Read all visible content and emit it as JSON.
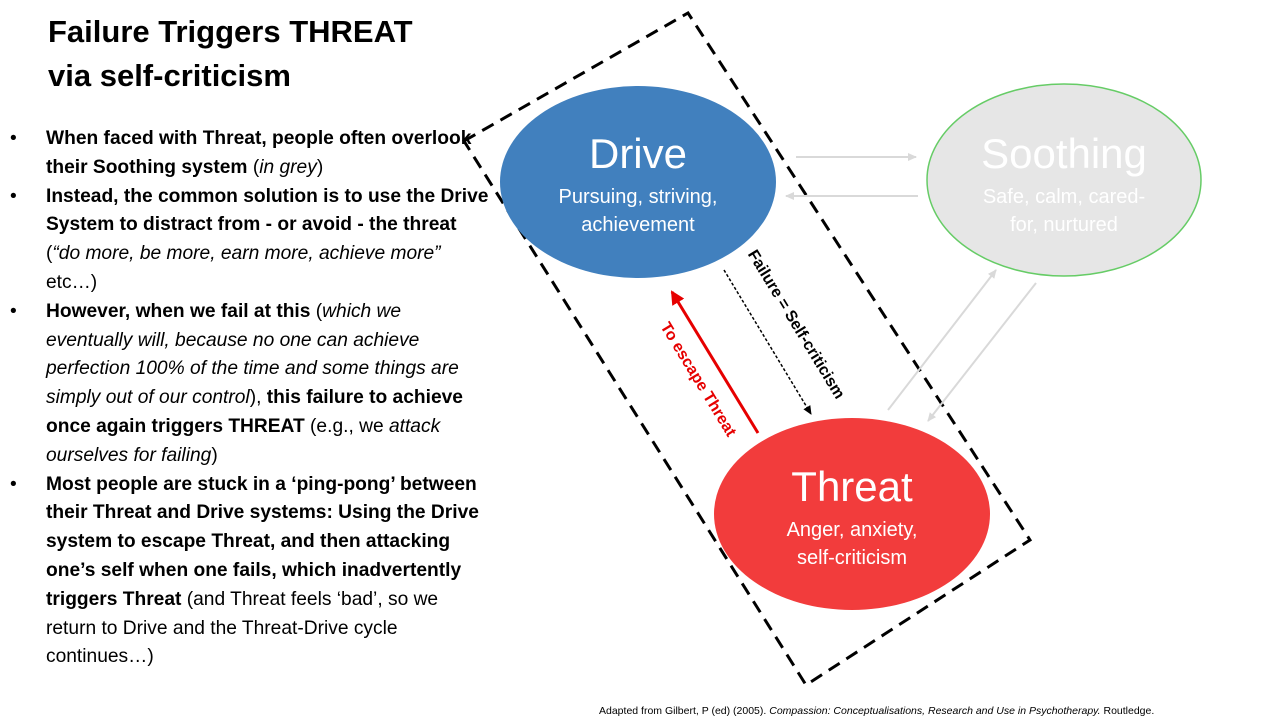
{
  "title": {
    "line1": "Failure Triggers THREAT",
    "line2": "via self-criticism"
  },
  "bullets": [
    {
      "parts": [
        {
          "text": "When faced with Threat, people often overlook their Soothing system ",
          "style": "b"
        },
        {
          "text": "(",
          "style": ""
        },
        {
          "text": "in grey",
          "style": "i"
        },
        {
          "text": ")",
          "style": ""
        }
      ]
    },
    {
      "parts": [
        {
          "text": "Instead, the common solution is to use the Drive System to distract from - or avoid - the threat ",
          "style": "b"
        },
        {
          "text": "(",
          "style": ""
        },
        {
          "text": "“do more, be more, earn more, achieve more”",
          "style": "i"
        },
        {
          "text": " etc…)",
          "style": ""
        }
      ]
    },
    {
      "parts": [
        {
          "text": "However, when we fail at this ",
          "style": "b"
        },
        {
          "text": "(",
          "style": ""
        },
        {
          "text": "which we eventually will, because no one can achieve perfection 100% of the time and some things are simply out of our control",
          "style": "i"
        },
        {
          "text": "), ",
          "style": ""
        },
        {
          "text": "this failure to achieve once again triggers THREAT ",
          "style": "b"
        },
        {
          "text": "(e.g., we ",
          "style": ""
        },
        {
          "text": "attack ourselves for failing",
          "style": "i"
        },
        {
          "text": ")",
          "style": ""
        }
      ]
    },
    {
      "parts": [
        {
          "text": "Most people are stuck in a ‘ping-pong’ between their Threat and Drive systems: Using the Drive system to escape Threat, and then attacking one’s self when one fails, which inadvertently triggers Threat ",
          "style": "b"
        },
        {
          "text": "(and Threat feels ‘bad’, so we return to Drive and the Threat-Drive cycle continues…)",
          "style": ""
        }
      ]
    }
  ],
  "bullet_glyph": "•",
  "diagram": {
    "drive": {
      "title": "Drive",
      "line1": "Pursuing, striving,",
      "line2": "achievement",
      "color": "#4180be"
    },
    "soothing": {
      "title": "Soothing",
      "line1": "Safe, calm, cared-",
      "line2": "for, nurtured",
      "fill": "#e6e6e6",
      "border": "#66cc66",
      "text_color": "#ffffff"
    },
    "threat": {
      "title": "Threat",
      "line1": "Anger, anxiety,",
      "line2": "self-criticism",
      "color": "#f23c3c"
    },
    "escape_label": "To escape Threat",
    "escape_color": "#e60000",
    "failure_label": "Failure = Self-criticism",
    "grey_arrow_color": "#d9d9d9"
  },
  "citation": {
    "prefix": "Adapted from Gilbert, P (ed) (2005). ",
    "book": "Compassion: Conceptualisations, Research and Use in Psychotherapy.",
    "publisher": " Routledge."
  }
}
